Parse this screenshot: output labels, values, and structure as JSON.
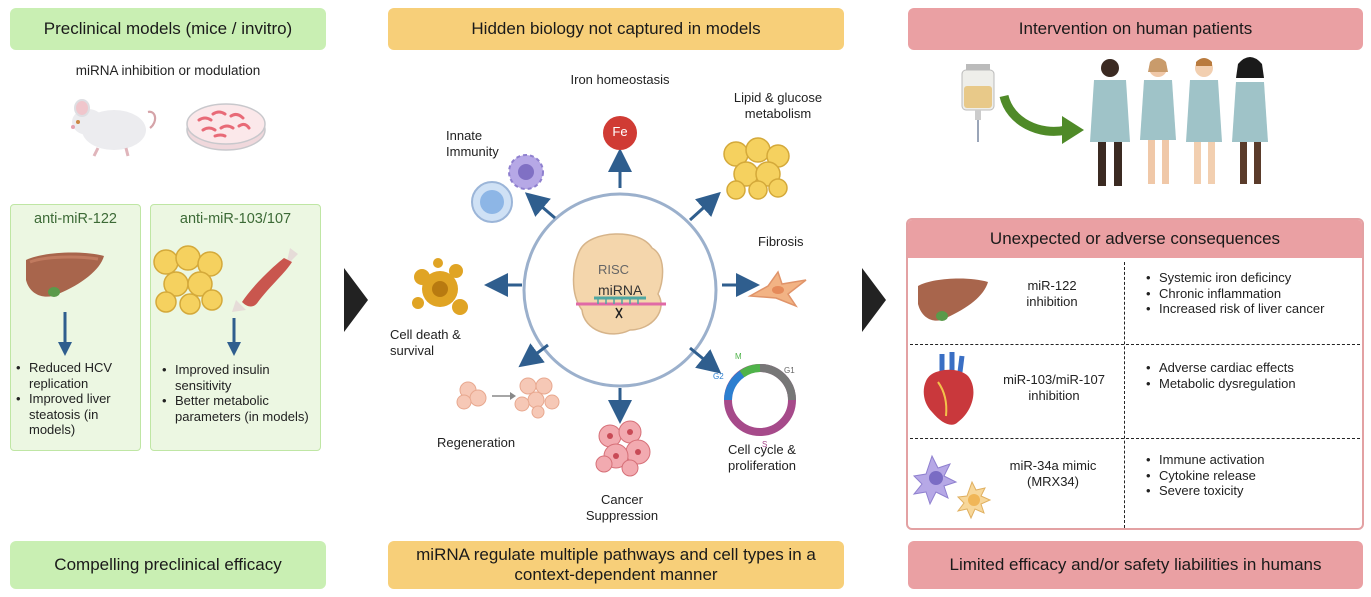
{
  "left": {
    "header": "Preclinical models (mice / invitro)",
    "subtitle": "miRNA inhibition or modulation",
    "drug1": {
      "title": "anti-miR-122",
      "bullets": [
        "Reduced HCV replication",
        "Improved liver steatosis (in models)"
      ]
    },
    "drug2": {
      "title": "anti-miR-103/107",
      "bullets": [
        "Improved insulin sensitivity",
        "Better metabolic parameters (in models)"
      ]
    },
    "footer": "Compelling preclinical efficacy"
  },
  "middle": {
    "header": "Hidden biology not captured in models",
    "center_labels": {
      "risc": "RISC",
      "mirna": "miRNA"
    },
    "pathways": {
      "iron": "Iron homeostasis",
      "fe": "Fe",
      "lipid": "Lipid & glucose metabolism",
      "innate": "Innate Immunity",
      "fibrosis": "Fibrosis",
      "celldeath": "Cell death & survival",
      "regeneration": "Regeneration",
      "cancer": "Cancer Suppression",
      "cellcycle": "Cell cycle & proliferation"
    },
    "cell_cycle_phases": {
      "m": "M",
      "g1": "G1",
      "g2": "G2",
      "s": "S"
    },
    "footer": "miRNA regulate multiple pathways and cell types in a context-dependent manner"
  },
  "right": {
    "header": "Intervention on human patients",
    "adverse_header": "Unexpected or adverse consequences",
    "rows": [
      {
        "label": "miR-122 inhibition",
        "bullets": [
          "Systemic iron deficincy",
          "Chronic inflammation",
          "Increased risk of liver cancer"
        ]
      },
      {
        "label": "miR-103/miR-107 inhibition",
        "bullets": [
          "Adverse cardiac effects",
          "Metabolic dysregulation"
        ]
      },
      {
        "label": "miR-34a mimic (MRX34)",
        "bullets": [
          "Immune activation",
          "Cytokine release",
          "Severe toxicity"
        ]
      }
    ],
    "footer": "Limited efficacy and/or safety liabilities in humans"
  },
  "colors": {
    "green_header": "#c9efb3",
    "gold_header": "#f7cf79",
    "pink_header": "#eaa0a3",
    "arrow_blue": "#2f5e8e",
    "circle": "#9bb0cc"
  }
}
